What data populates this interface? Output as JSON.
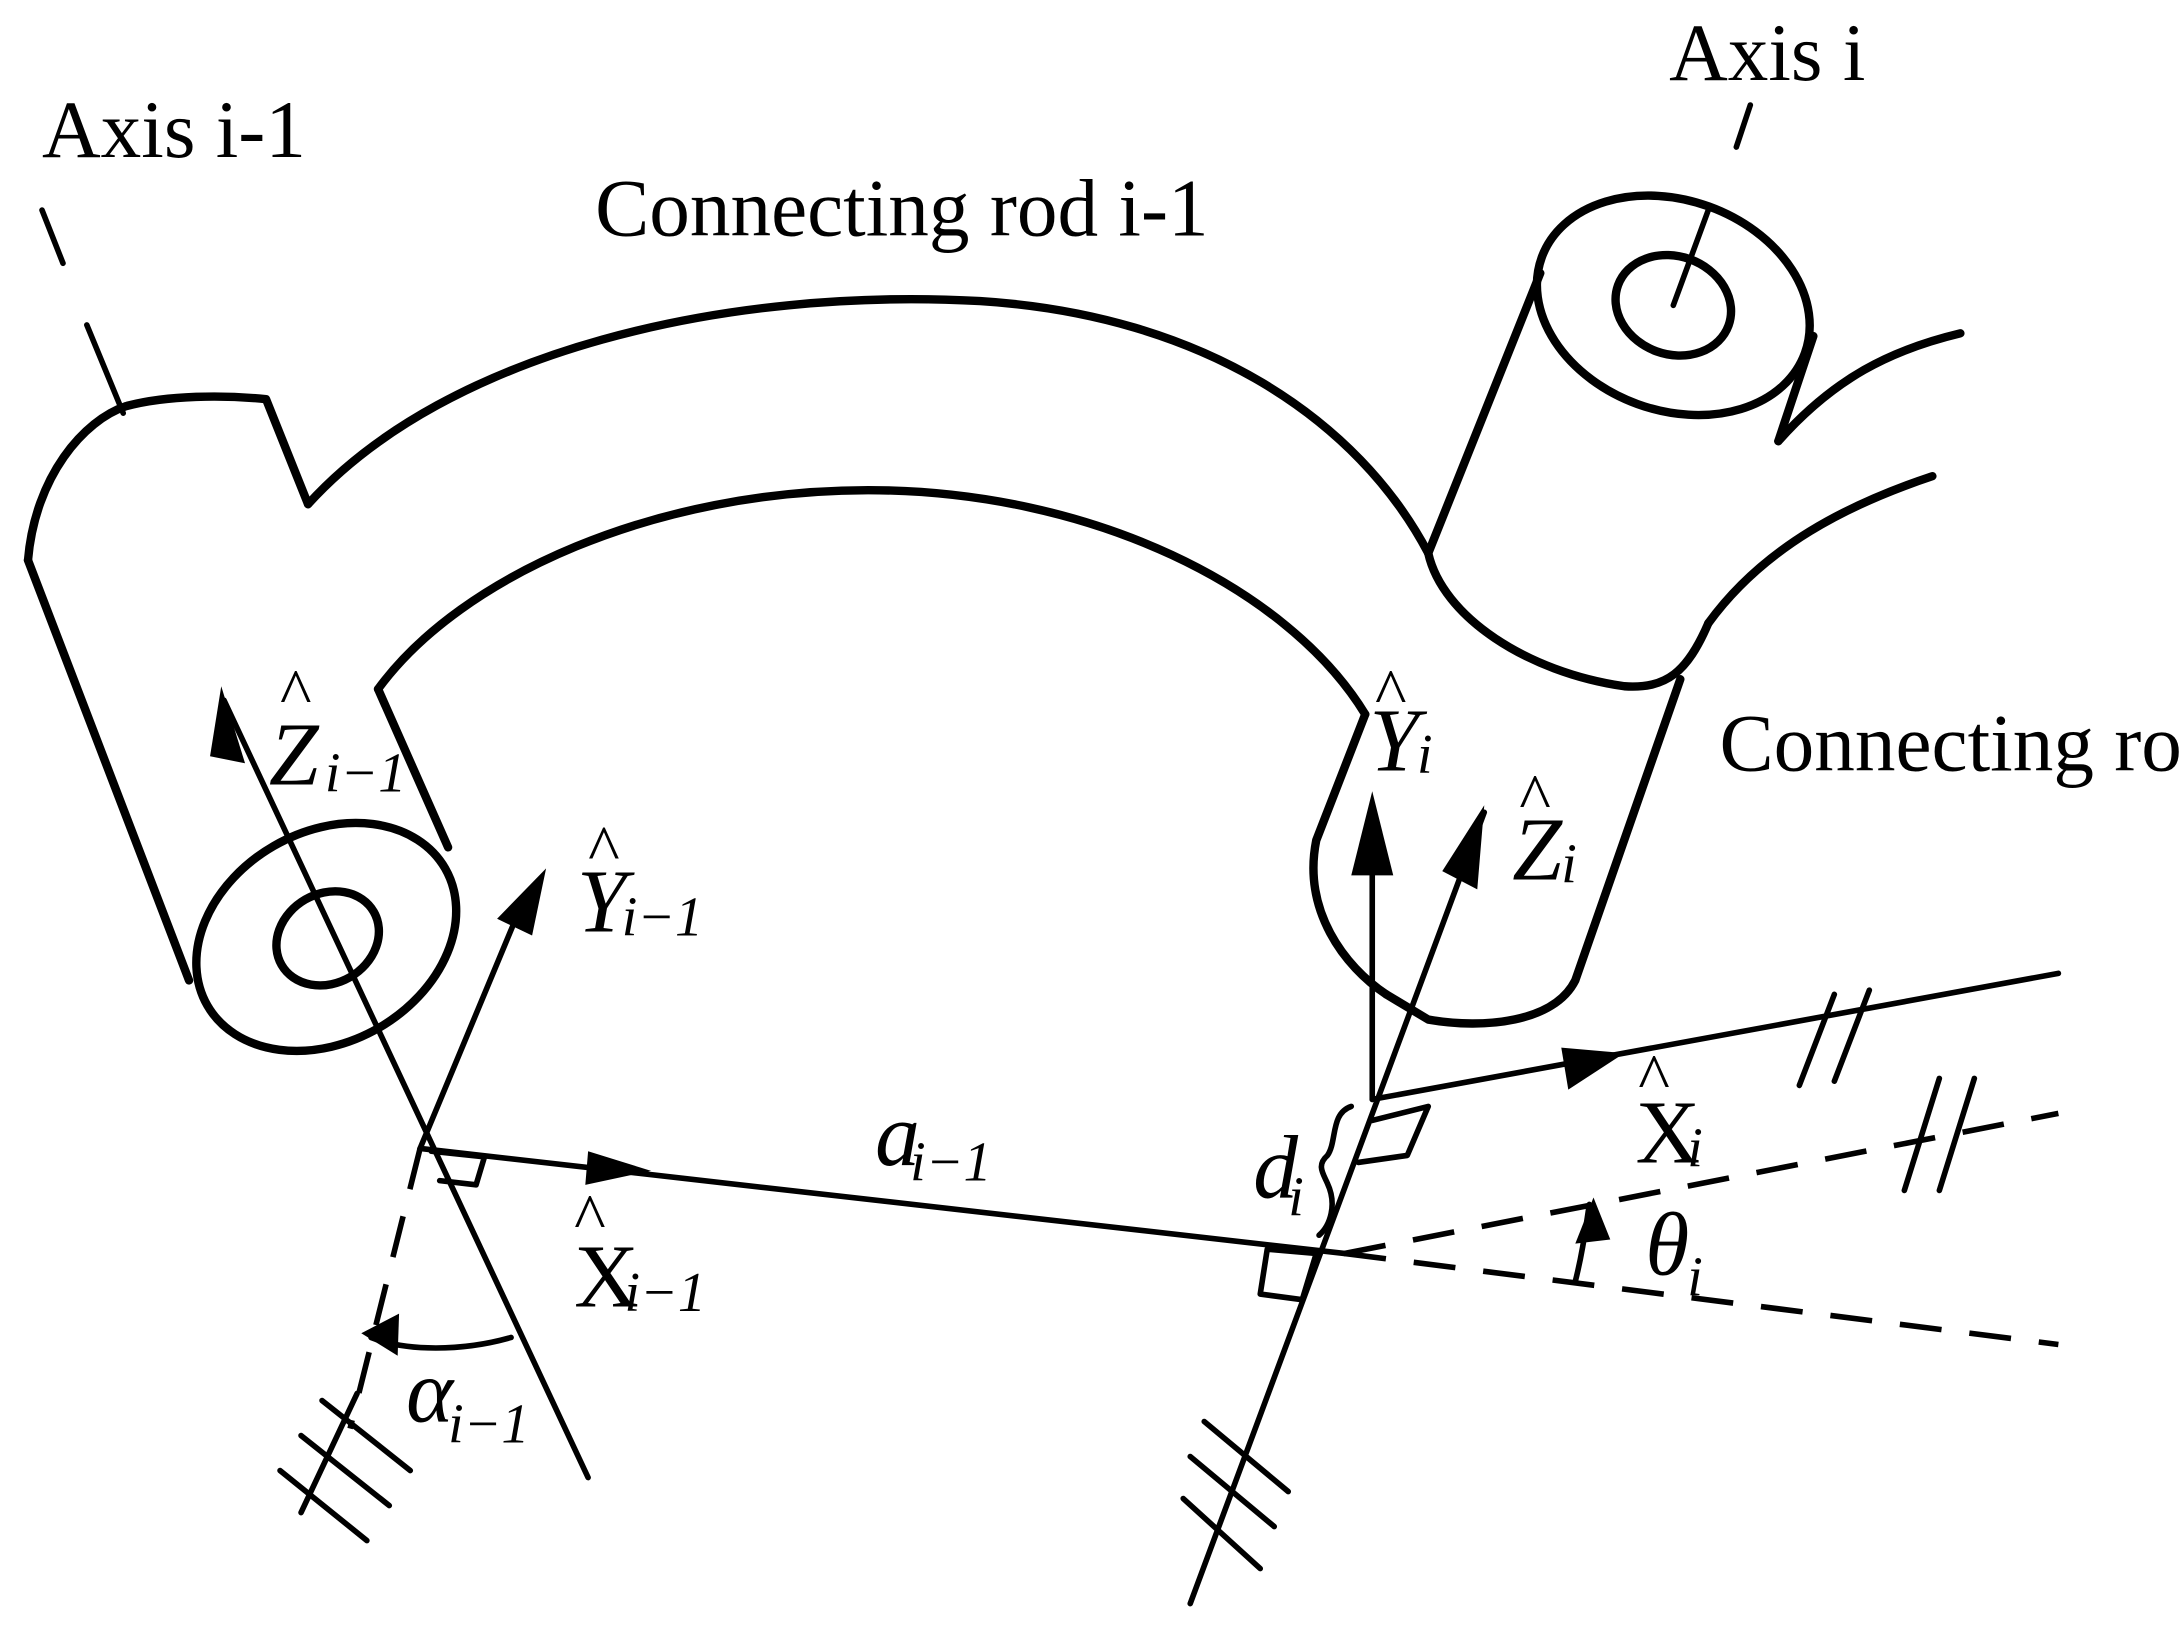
{
  "labels": {
    "axis_prev": "Axis i-1",
    "axis_curr": "Axis i",
    "rod_prev": "Connecting rod i-1",
    "rod_curr": "Connecting rod i"
  },
  "symbols": {
    "hat": "^",
    "Z_prev": {
      "base": "Z",
      "sub": "i−1"
    },
    "Y_prev": {
      "base": "Y",
      "sub": "i−1"
    },
    "X_prev": {
      "base": "X",
      "sub": "i−1"
    },
    "Y_curr": {
      "base": "Y",
      "sub": "i"
    },
    "Z_curr": {
      "base": "Z",
      "sub": "i"
    },
    "X_curr": {
      "base": "X",
      "sub": "i"
    },
    "a_prev": {
      "base": "a",
      "sub": "i−1"
    },
    "d_curr": {
      "base": "d",
      "sub": "i"
    },
    "theta_curr": {
      "base": "θ",
      "sub": "i"
    },
    "alpha_prev": {
      "base": "α",
      "sub": "i−1"
    }
  }
}
